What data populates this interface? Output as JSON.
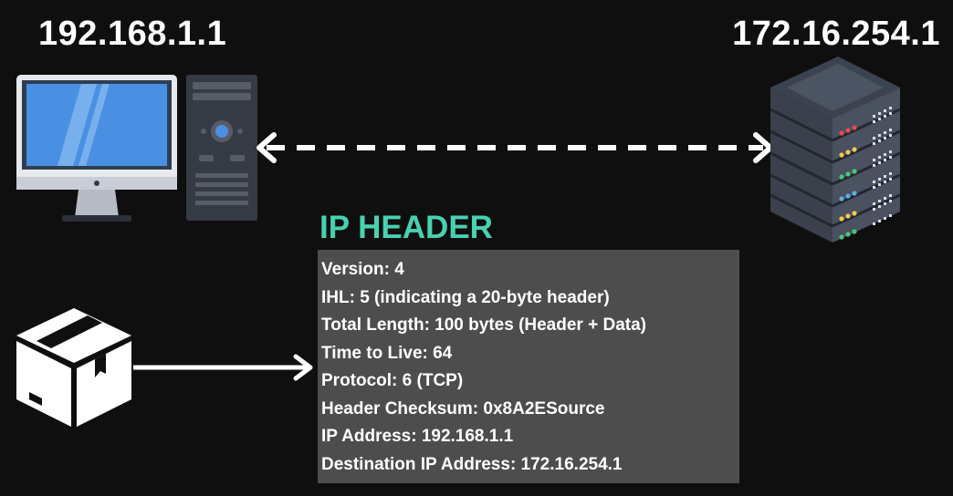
{
  "source": {
    "ip": "192.168.1.1",
    "device_icon": "desktop-computer-icon"
  },
  "destination": {
    "ip": "172.16.254.1",
    "device_icon": "server-rack-icon"
  },
  "connection": {
    "style": "dashed-bidirectional-arrow",
    "color": "#ffffff"
  },
  "packet": {
    "icon": "package-box-icon"
  },
  "ip_header": {
    "title": "IP HEADER",
    "title_color": "#48d1b0",
    "panel_color": "#4d4d4d",
    "fields": [
      "Version: 4",
      "IHL: 5 (indicating a 20-byte header)",
      "Total Length: 100 bytes (Header + Data)",
      "Time to Live: 64",
      "Protocol: 6 (TCP)",
      "Header Checksum: 0x8A2ESource",
      "IP Address: 192.168.1.1",
      "Destination IP Address: 172.16.254.1"
    ]
  }
}
